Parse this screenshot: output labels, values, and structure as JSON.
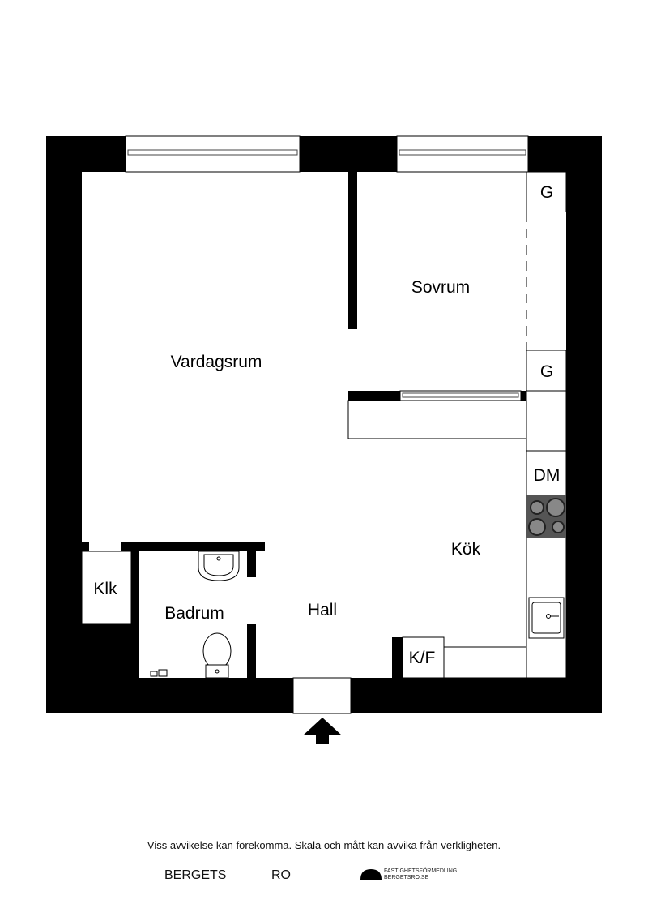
{
  "rooms": {
    "vardagsrum": "Vardagsrum",
    "sovrum": "Sovrum",
    "kok": "Kök",
    "hall": "Hall",
    "badrum": "Badrum",
    "klk": "Klk"
  },
  "fixtures": {
    "g_top": "G",
    "g_bottom": "G",
    "dm": "DM",
    "kf": "K/F"
  },
  "footer": {
    "disclaimer": "Viss avvikelse kan förekomma. Skala och mått kan avvika från verkligheten.",
    "brand_left": "BERGETS",
    "brand_right": "RO",
    "brand_line1": "FASTIGHETSFÖRMEDLING",
    "brand_line2": "BERGETSRO.SE"
  }
}
